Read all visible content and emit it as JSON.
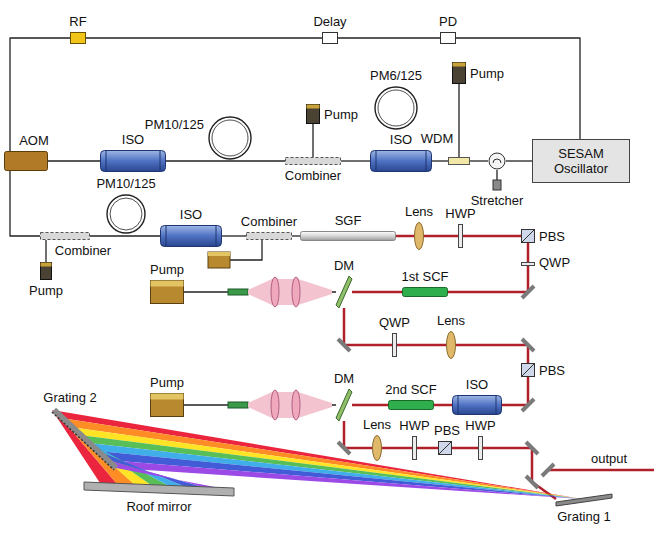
{
  "diagram": {
    "nodes": [
      {
        "text": [
          "RF"
        ]
      },
      {
        "text": [
          "Delay"
        ]
      },
      {
        "text": [
          "PD"
        ]
      },
      {
        "text": [
          "PM10/125"
        ]
      },
      {
        "text": [
          "PM6/125"
        ]
      },
      {
        "text": [
          "Pump"
        ]
      },
      {
        "text": [
          "Pump"
        ]
      },
      {
        "text": [
          "AOM"
        ]
      },
      {
        "text": [
          "ISO"
        ]
      },
      {
        "text": [
          "Combiner"
        ]
      },
      {
        "text": [
          "ISO"
        ]
      },
      {
        "text": [
          "WDM"
        ]
      },
      {
        "text": [
          "Stretcher"
        ]
      },
      {
        "text": [
          "SESAM Oscillator"
        ]
      },
      {
        "text": [
          "Combiner"
        ]
      },
      {
        "text": [
          "PM10/125"
        ]
      },
      {
        "text": [
          "ISO"
        ]
      },
      {
        "text": [
          "Combiner"
        ]
      },
      {
        "text": [
          "SGF"
        ]
      },
      {
        "text": [
          "Lens"
        ]
      },
      {
        "text": [
          "HWP"
        ]
      },
      {
        "text": [
          "PBS"
        ]
      },
      {
        "text": [
          "Pump"
        ]
      },
      {
        "text": [
          "QWP"
        ]
      },
      {
        "text": [
          "Pump"
        ]
      },
      {
        "text": [
          "DM"
        ]
      },
      {
        "text": [
          "1st SCF"
        ]
      },
      {
        "text": [
          "QWP"
        ]
      },
      {
        "text": [
          "Lens"
        ]
      },
      {
        "text": [
          "PBS"
        ]
      },
      {
        "text": [
          "Grating 2"
        ]
      },
      {
        "text": [
          "Pump"
        ]
      },
      {
        "text": [
          "DM"
        ]
      },
      {
        "text": [
          "2nd SCF"
        ]
      },
      {
        "text": [
          "ISO"
        ]
      },
      {
        "text": [
          "Lens"
        ]
      },
      {
        "text": [
          "HWP"
        ]
      },
      {
        "text": [
          "PBS"
        ]
      },
      {
        "text": [
          "HWP"
        ]
      },
      {
        "text": [
          "Grating 1"
        ]
      },
      {
        "text": [
          "Roof mirror"
        ]
      }
    ],
    "edges": [
      {
        "from": 13,
        "to": 12,
        "arrow": "none"
      },
      {
        "from": 12,
        "to": 11,
        "arrow": "none"
      },
      {
        "from": 6,
        "to": 11,
        "arrow": "none"
      },
      {
        "from": 11,
        "to": 10,
        "arrow": "none"
      },
      {
        "from": 10,
        "to": 9,
        "arrow": "none"
      },
      {
        "from": 5,
        "to": 9,
        "arrow": "none"
      },
      {
        "from": 9,
        "to": 8,
        "arrow": "none"
      },
      {
        "from": 8,
        "to": 7,
        "arrow": "none"
      },
      {
        "from": 7,
        "to": 0,
        "arrow": "none"
      },
      {
        "from": 0,
        "to": 1,
        "arrow": "none"
      },
      {
        "from": 1,
        "to": 2,
        "arrow": "none"
      },
      {
        "from": 2,
        "to": 13,
        "arrow": "none"
      },
      {
        "from": 7,
        "to": 14,
        "arrow": "none"
      },
      {
        "from": 22,
        "to": 14,
        "arrow": "none"
      },
      {
        "from": 14,
        "to": 16,
        "arrow": "none"
      },
      {
        "from": 16,
        "to": 17,
        "arrow": "none"
      },
      {
        "from": 17,
        "to": 18,
        "arrow": "none"
      },
      {
        "from": 18,
        "to": 19,
        "arrow": "none"
      },
      {
        "from": 19,
        "to": 20,
        "arrow": "none"
      },
      {
        "from": 20,
        "to": 21,
        "arrow": "none"
      },
      {
        "from": 21,
        "to": 23,
        "arrow": "none"
      },
      {
        "from": 23,
        "to": 26,
        "arrow": "none"
      },
      {
        "from": 26,
        "to": 25,
        "arrow": "none"
      },
      {
        "from": 24,
        "to": 25,
        "arrow": "none"
      },
      {
        "from": 25,
        "to": 27,
        "arrow": "none"
      },
      {
        "from": 27,
        "to": 28,
        "arrow": "none"
      },
      {
        "from": 28,
        "to": 29,
        "arrow": "none"
      },
      {
        "from": 29,
        "to": 34,
        "arrow": "none"
      },
      {
        "from": 34,
        "to": 33,
        "arrow": "none"
      },
      {
        "from": 33,
        "to": 32,
        "arrow": "none"
      },
      {
        "from": 31,
        "to": 32,
        "arrow": "none"
      },
      {
        "from": 32,
        "to": 35,
        "arrow": "none"
      },
      {
        "from": 35,
        "to": 36,
        "arrow": "none"
      },
      {
        "from": 36,
        "to": 37,
        "arrow": "none"
      },
      {
        "from": 37,
        "to": 38,
        "arrow": "none"
      },
      {
        "from": 38,
        "to": 39,
        "arrow": "none"
      }
    ],
    "labels": [
      "output"
    ]
  }
}
